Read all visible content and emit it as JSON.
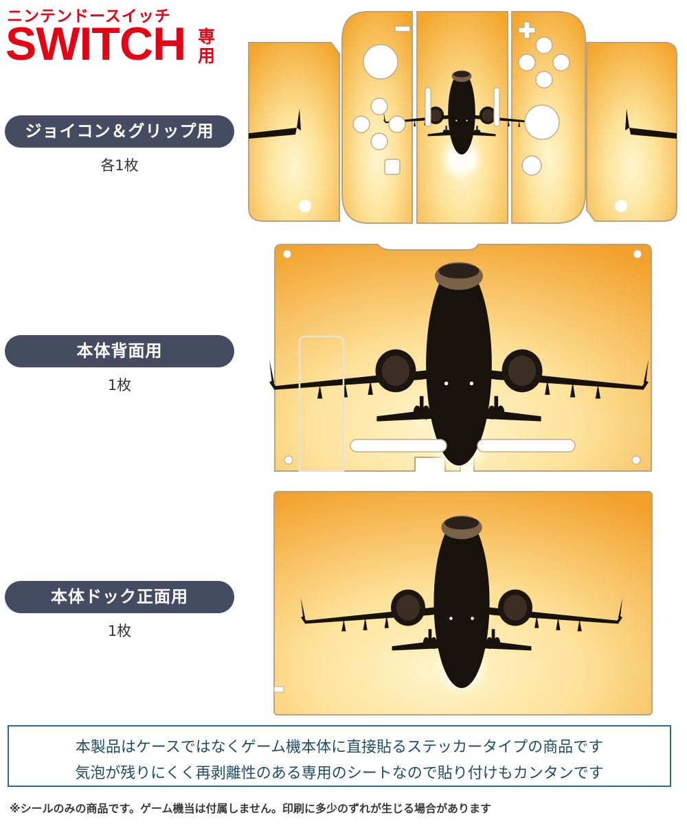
{
  "brand": {
    "subtitle": "ニンテンドースイッチ",
    "title": "SWITCH",
    "tag": "専用",
    "color": "#e60012"
  },
  "sections": [
    {
      "label": "ジョイコン＆グリップ用",
      "count": "各1枚"
    },
    {
      "label": "本体背面用",
      "count": "1枚"
    },
    {
      "label": "本体ドック正面用",
      "count": "1枚"
    }
  ],
  "notice": {
    "line1": "本製品はケースではなくゲーム機本体に直接貼るステッカータイプの商品です",
    "line2": "気泡が残りにくく再剥離性のある専用のシートなので貼り付けもカンタンです",
    "border_color": "#2c6a84"
  },
  "footnote": "※シールのみの商品です。ゲーム機当は付属しません。印刷に多少のずれが生じる場合があります",
  "colors": {
    "pill_bg": "#454c61",
    "sky_light": "#fde7a3",
    "sky_dark": "#f2a328",
    "silhouette": "#17120c"
  },
  "icons": [
    "airplane-icon",
    "sun-icon"
  ]
}
